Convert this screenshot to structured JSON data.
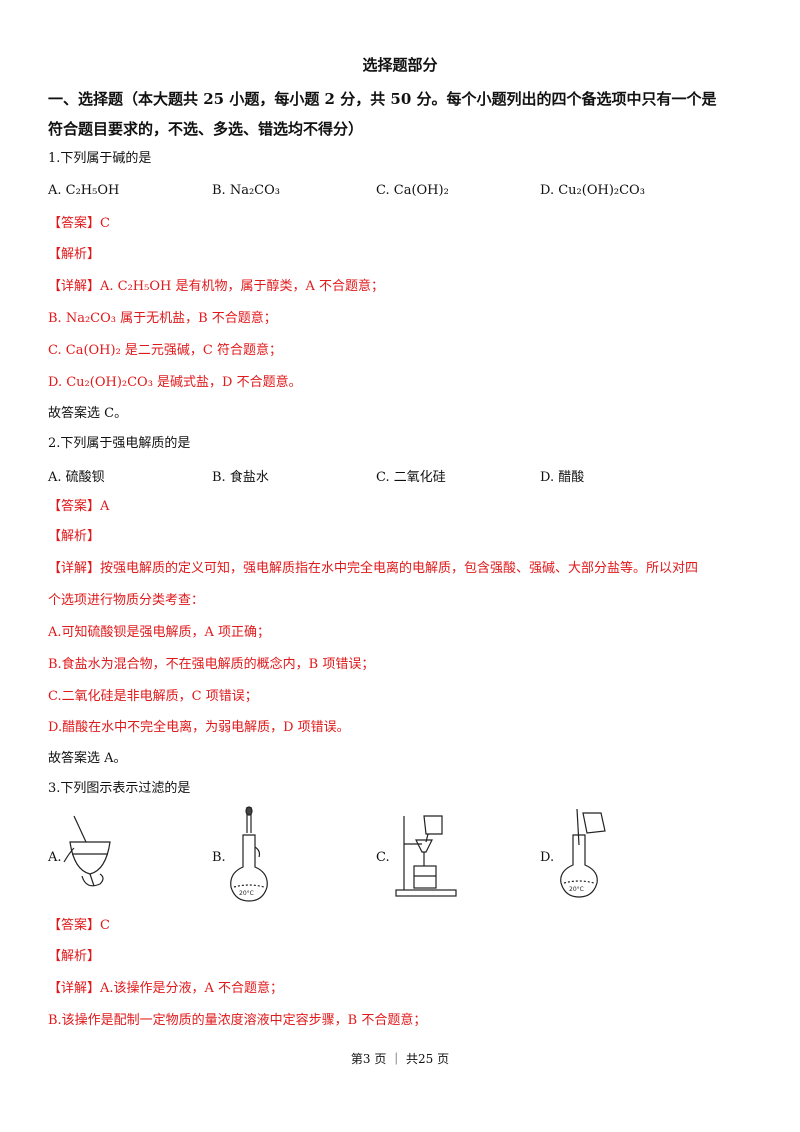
{
  "title": "选择题部分",
  "section": {
    "line1": "一、选择题（本大题共 25 小题，每小题 2 分，共 50 分。每个小题列出的四个备选项中只有一个是",
    "line2": "符合题目要求的，不选、多选、错选均不得分）"
  },
  "q1": {
    "stem": "1.下列属于碱的是",
    "options": [
      "A. C₂H₅OH",
      "B. Na₂CO₃",
      "C. Ca(OH)₂",
      "D. Cu₂(OH)₂CO₃"
    ],
    "answer": "【答案】C",
    "analysis": "【解析】",
    "details": [
      "【详解】A. C₂H₅OH 是有机物，属于醇类，A 不合题意；",
      "B. Na₂CO₃ 属于无机盐，B 不合题意；",
      "C. Ca(OH)₂ 是二元强碱，C 符合题意；",
      "D. Cu₂(OH)₂CO₃ 是碱式盐，D 不合题意。"
    ],
    "conclusion": "故答案选 C。"
  },
  "q2": {
    "stem": "2.下列属于强电解质的是",
    "options": [
      "A.  硫酸钡",
      "B.  食盐水",
      "C.  二氧化硅",
      "D.  醋酸"
    ],
    "answer": "【答案】A",
    "analysis": "【解析】",
    "details": [
      "【详解】按强电解质的定义可知，强电解质指在水中完全电离的电解质，包含强酸、强碱、大部分盐等。所以对四",
      "个选项进行物质分类考查：",
      "A.可知硫酸钡是强电解质，A 项正确；",
      "B.食盐水为混合物，不在强电解质的概念内，B 项错误；",
      "C.二氧化硅是非电解质，C 项错误；",
      "D.醋酸在水中不完全电离，为弱电解质，D 项错误。"
    ],
    "conclusion": "故答案选 A。"
  },
  "q3": {
    "stem": "3.下列图示表示过滤的是",
    "fig_labels": [
      "A.",
      "B.",
      "C.",
      "D."
    ],
    "answer": "【答案】C",
    "analysis": "【解析】",
    "details": [
      "【详解】A.该操作是分液，A 不合题意；",
      "B.该操作是配制一定物质的量浓度溶液中定容步骤，B 不合题意；"
    ]
  },
  "footer": "第3 页 ｜ 共25 页",
  "colors": {
    "highlight": "#e0191b",
    "text": "#111111"
  }
}
